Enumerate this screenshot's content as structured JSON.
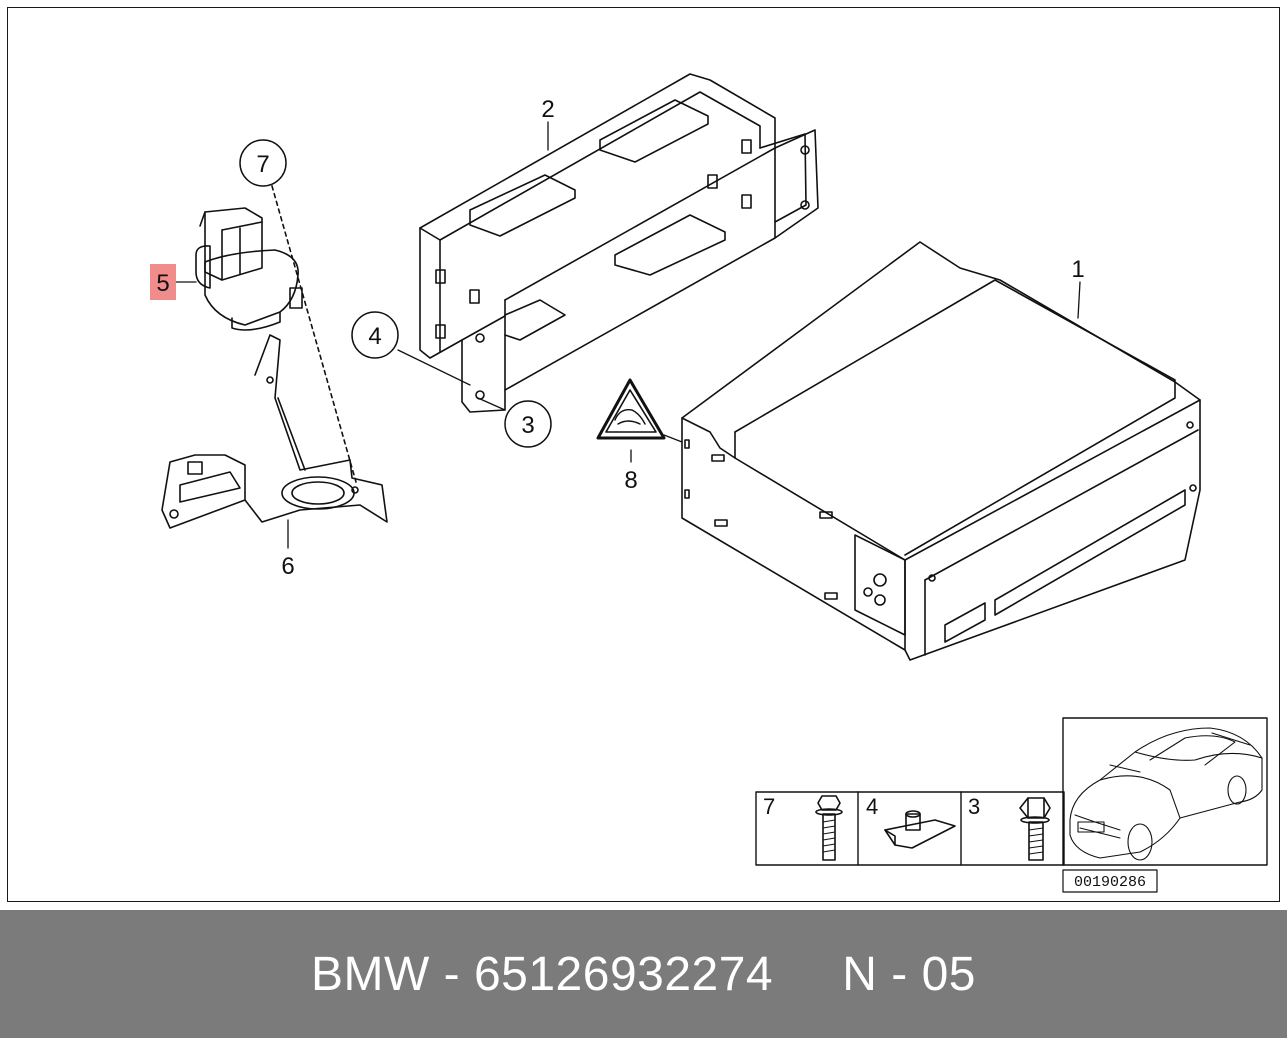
{
  "diagram": {
    "callouts": {
      "c1": "1",
      "c2": "2",
      "c3": "3",
      "c4": "4",
      "c5": "5",
      "c6": "6",
      "c7": "7",
      "c8": "8"
    },
    "highlight_color": "#f08c8c",
    "fastener_table": {
      "cell1": "7",
      "cell2": "4",
      "cell3": "3"
    },
    "reference_number": "00190286"
  },
  "footer": {
    "text": "BMW - 65126932274     N - 05",
    "background": "#7b7b7b"
  }
}
